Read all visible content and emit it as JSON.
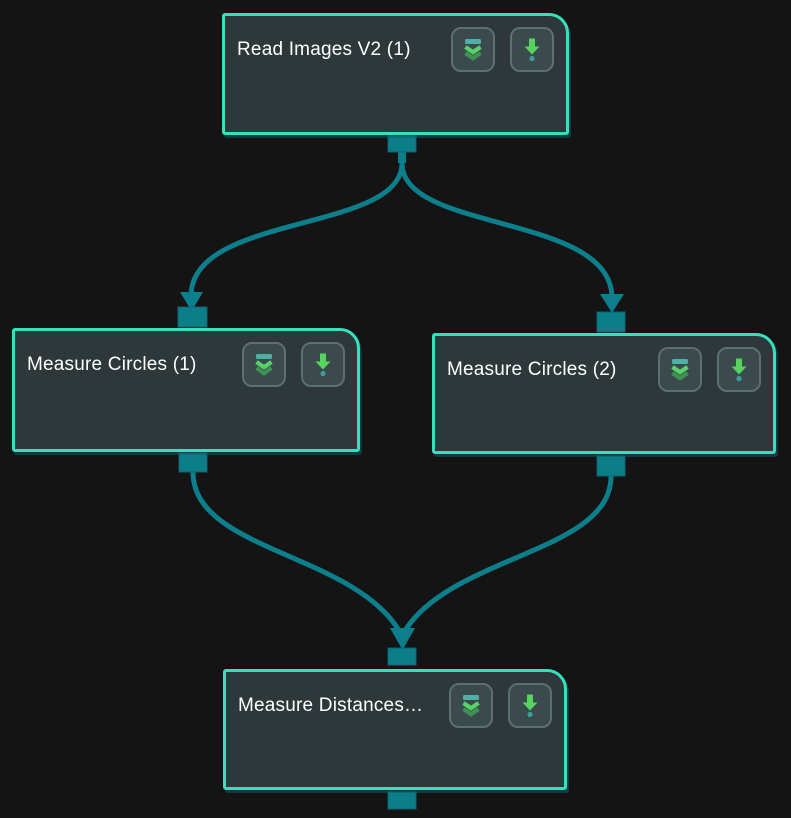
{
  "canvas": {
    "background_color": "#141414",
    "node_fill_color": "#2e373a",
    "node_border_color": "#36e0bc",
    "connector_color": "#0d7f8c",
    "title_text_color": "#ffffff",
    "button_background_color": "#3b4a4c",
    "icon_green": "#58d35f",
    "icon_green_dim": "#3f9156",
    "icon_teal": "#4fb0a6"
  },
  "icons": {
    "expand": "double-chevron-down-icon",
    "run": "arrow-down-dot-icon"
  },
  "nodes": [
    {
      "title": "Read Images V2 (1)"
    },
    {
      "title": "Measure Circles (1)"
    },
    {
      "title": "Measure Circles (2)"
    },
    {
      "title": "Measure Distances…"
    }
  ],
  "edges": [
    {
      "from": "Read Images V2 (1)",
      "to": "Measure Circles (1)"
    },
    {
      "from": "Read Images V2 (1)",
      "to": "Measure Circles (2)"
    },
    {
      "from": "Measure Circles (1)",
      "to": "Measure Distances…"
    },
    {
      "from": "Measure Circles (2)",
      "to": "Measure Distances…"
    }
  ]
}
